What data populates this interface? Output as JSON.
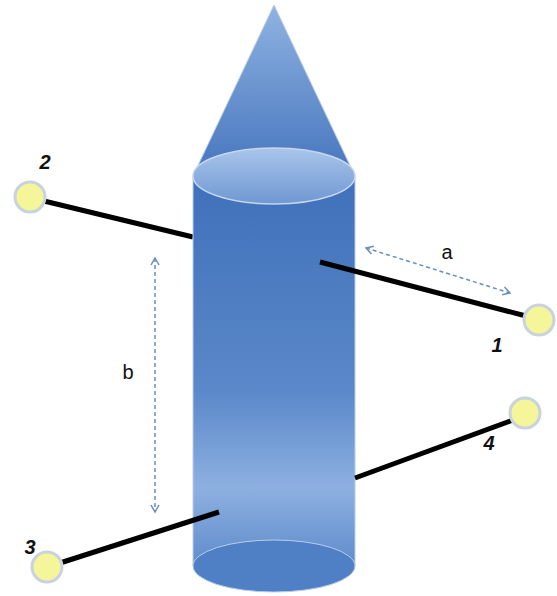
{
  "diagram": {
    "labels": [
      "2",
      "a",
      "1",
      "b",
      "4",
      "3"
    ]
  }
}
